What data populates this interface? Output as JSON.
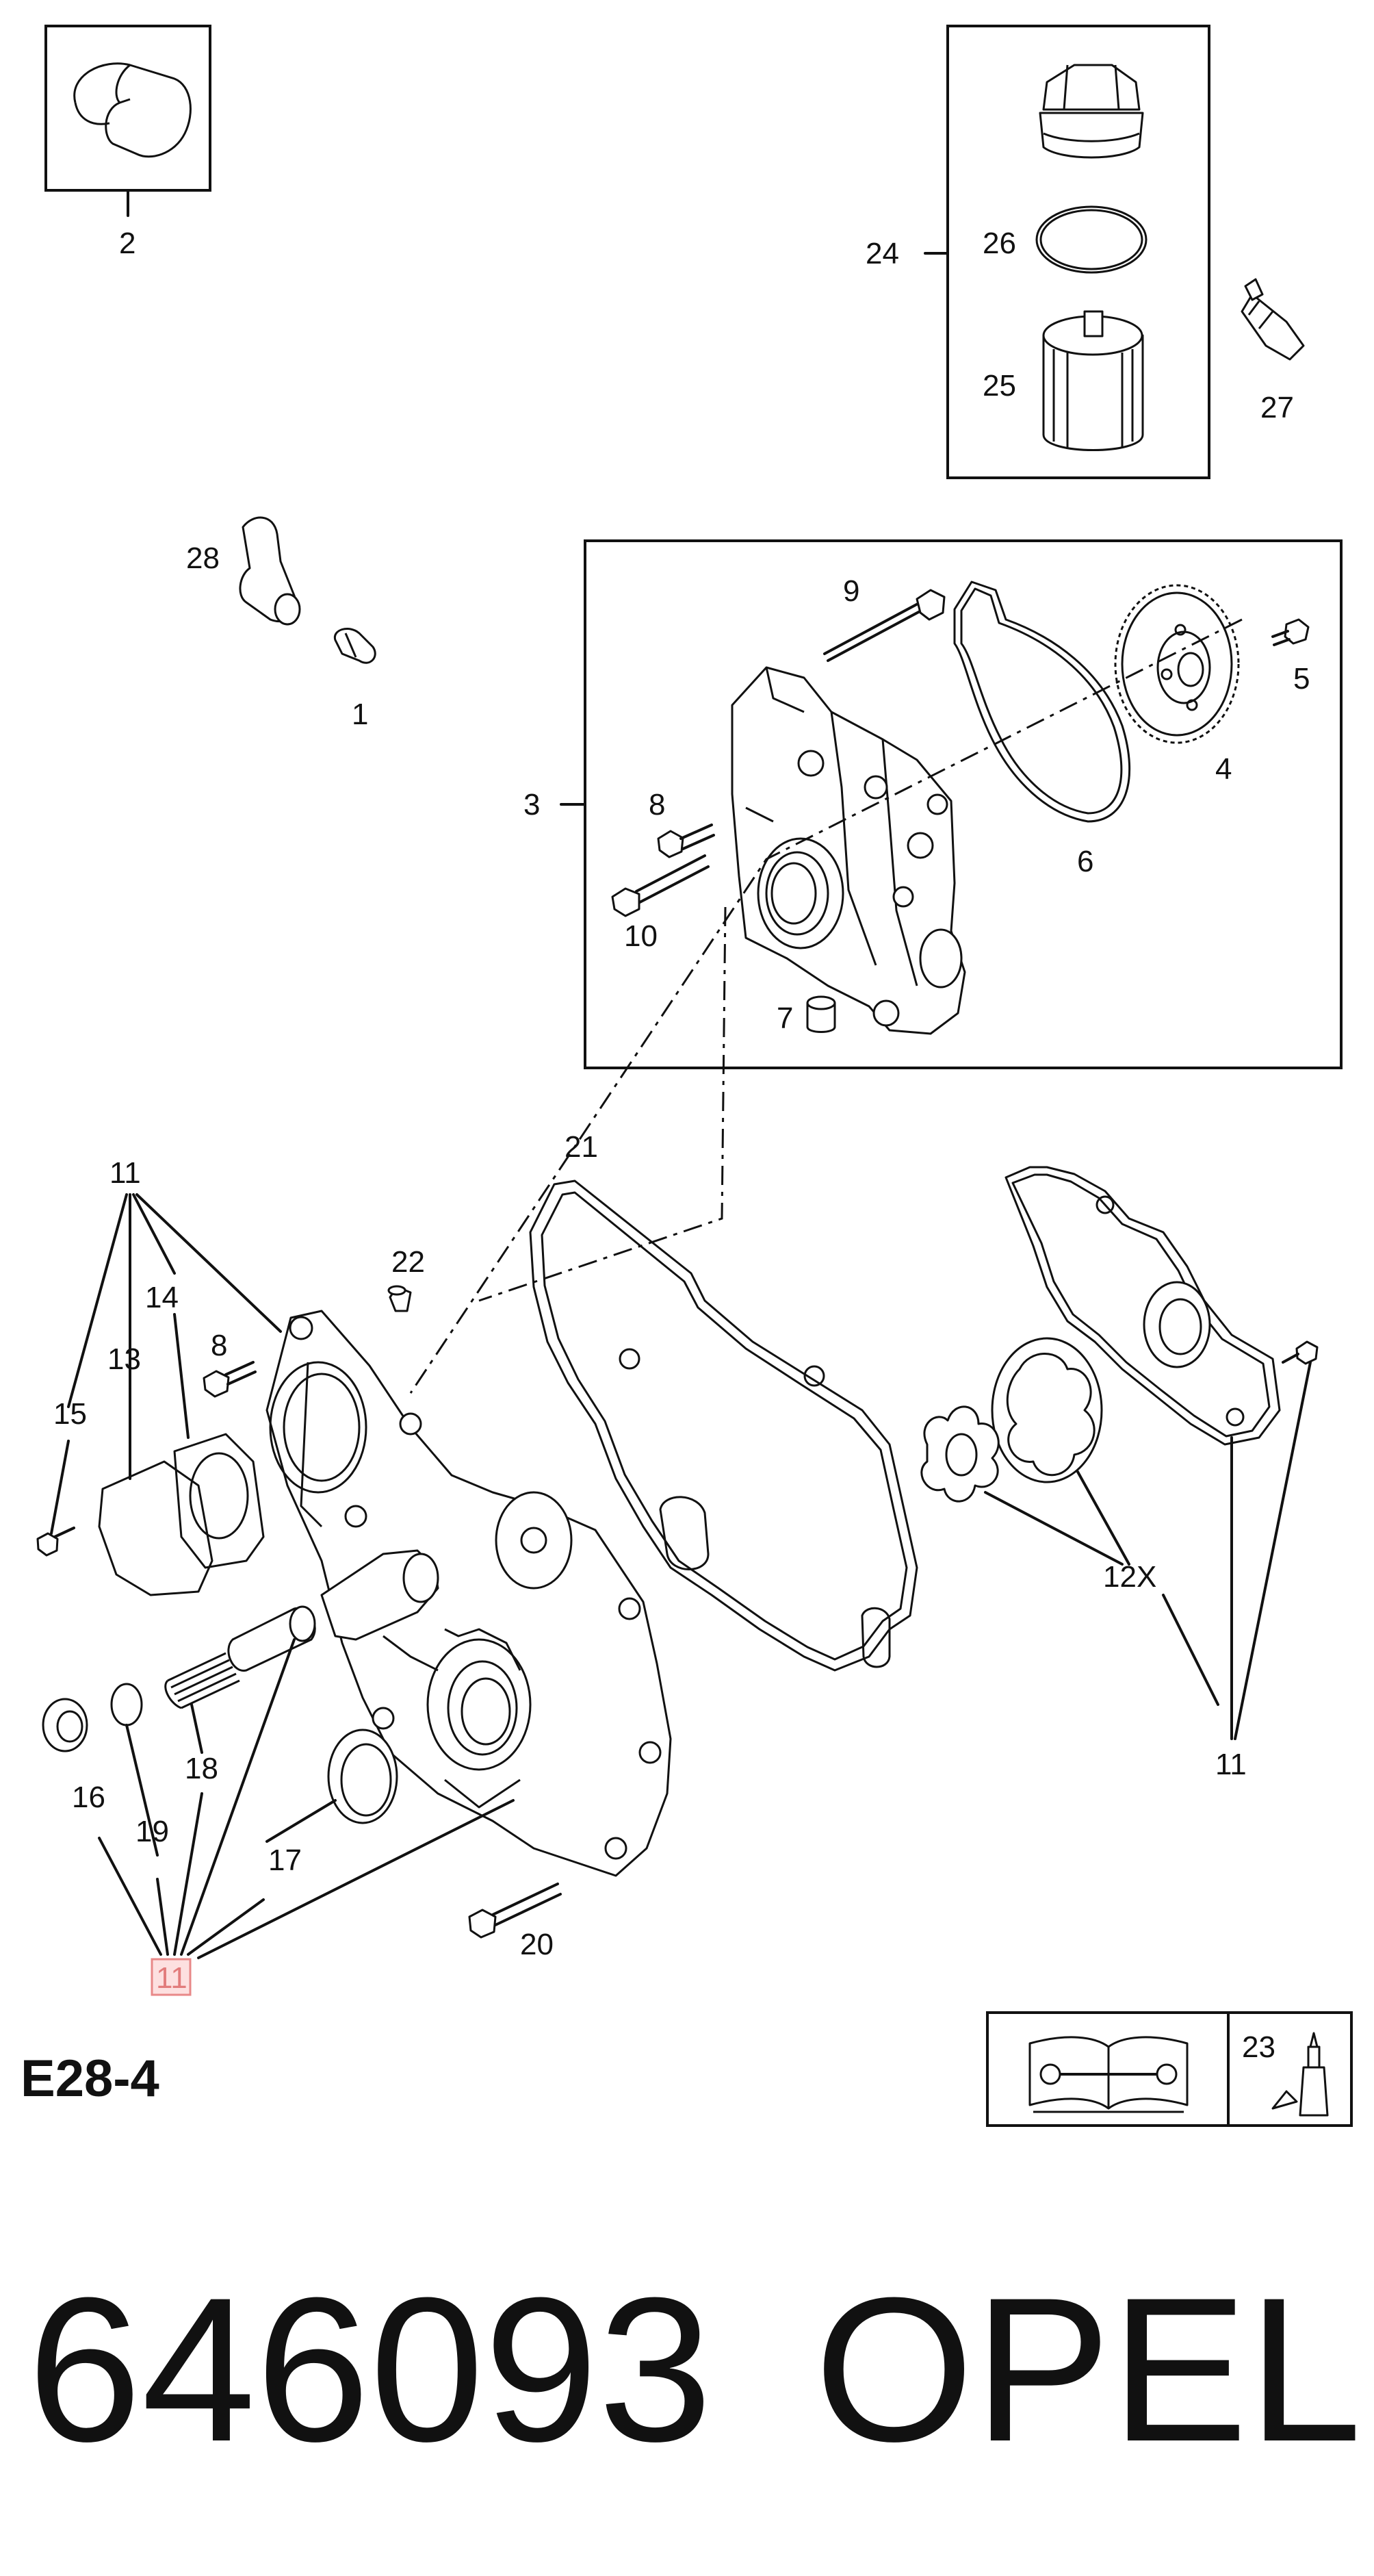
{
  "diagram_code": "E28-4",
  "part_number": "646093",
  "brand": "OPEL",
  "highlighted_callout": "11",
  "labels": {
    "l1": "1",
    "l2": "2",
    "l3": "3",
    "l4": "4",
    "l5": "5",
    "l6": "6",
    "l7": "7",
    "l8a": "8",
    "l8b": "8",
    "l9": "9",
    "l10": "10",
    "l11a": "11",
    "l11b": "11",
    "l11c": "11",
    "l12x": "12X",
    "l13": "13",
    "l14": "14",
    "l15": "15",
    "l16": "16",
    "l17": "17",
    "l18": "18",
    "l19": "19",
    "l20": "20",
    "l21": "21",
    "l22": "22",
    "l23": "23",
    "l24": "24",
    "l25": "25",
    "l26": "26",
    "l27": "27",
    "l28": "28"
  }
}
